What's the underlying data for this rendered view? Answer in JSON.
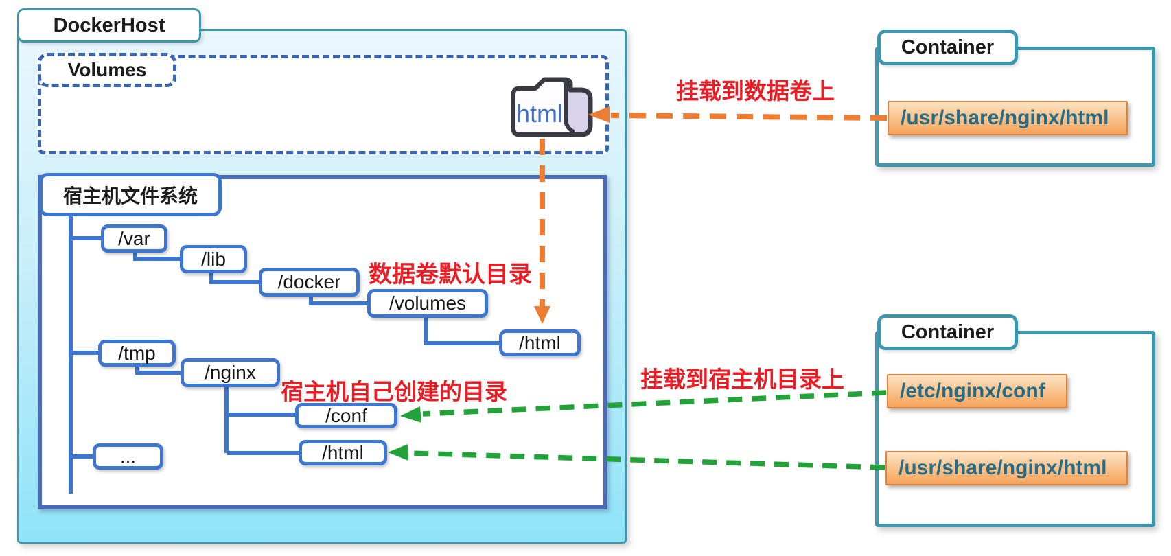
{
  "docker_host": {
    "title": "DockerHost",
    "volumes_label": "Volumes",
    "volume_folder_name": "html",
    "filesystem_label": "宿主机文件系统",
    "tree": {
      "var": "/var",
      "lib": "/lib",
      "docker": "/docker",
      "volumes": "/volumes",
      "volume_html": "/html",
      "tmp": "/tmp",
      "nginx": "/nginx",
      "conf": "/conf",
      "host_html": "/html",
      "ellipsis": "..."
    }
  },
  "containers": [
    {
      "title": "Container",
      "paths": [
        "/usr/share/nginx/html"
      ]
    },
    {
      "title": "Container",
      "paths": [
        "/etc/nginx/conf",
        "/usr/share/nginx/html"
      ]
    }
  ],
  "annotations": {
    "mount_to_volume": "挂载到数据卷上",
    "volume_default_dir": "数据卷默认目录",
    "host_created_dir": "宿主机自己创建的目录",
    "mount_to_host_dir": "挂载到宿主机目录上"
  },
  "colors": {
    "host_fill_top": "#eaf7fd",
    "host_fill_bottom": "#8fe3f8",
    "teal_border": "#3e96ad",
    "blue_border": "#3d76d0",
    "fs_border": "#4a6cb8",
    "dashed_blue": "#3a66b0",
    "red_text": "#ea1c24",
    "orange_arrow": "#ee7c31",
    "green_arrow": "#23a23a",
    "path_fill_top": "#fde3c2",
    "path_fill_bottom": "#f6a45a",
    "path_border": "#df8440",
    "path_text": "#266c86",
    "folder_text": "#3e72c8",
    "folder_back": "#d9d3ec",
    "folder_outline": "#3a3a42"
  }
}
